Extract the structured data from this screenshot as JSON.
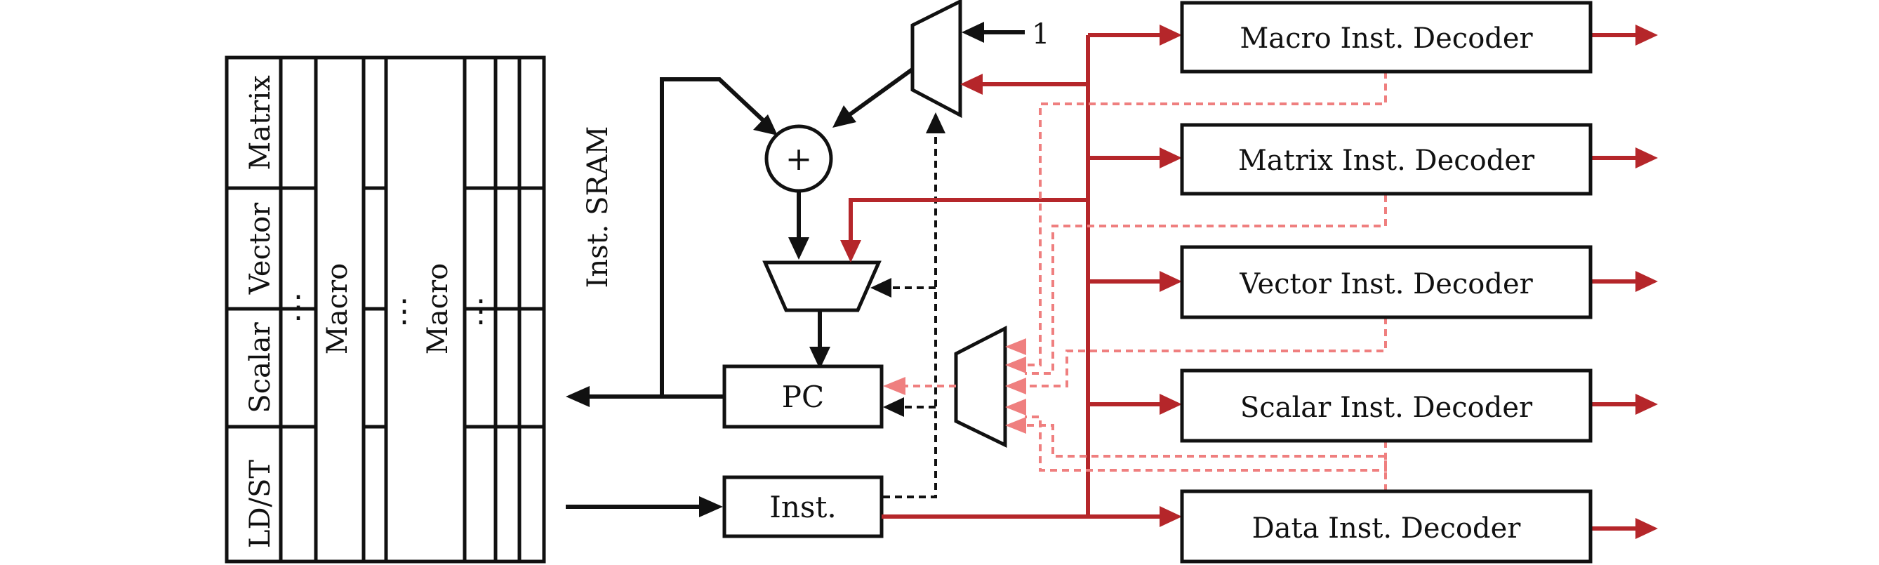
{
  "memory": {
    "columns": {
      "c1": [
        "LD/ST",
        "Scalar",
        "Vector",
        "Matrix"
      ],
      "c1_dots": "⋮",
      "c2": "Macro",
      "c3_dots": "⋮",
      "c4": "Macro",
      "c5_dots": "⋮"
    }
  },
  "sram_label": "Inst. SRAM",
  "blocks": {
    "pc": "PC",
    "inst": "Inst.",
    "adder": "+",
    "const_one": "1"
  },
  "decoders": [
    "Macro Inst. Decoder",
    "Matrix Inst. Decoder",
    "Vector Inst. Decoder",
    "Scalar Inst. Decoder",
    "Data Inst. Decoder"
  ],
  "colors": {
    "datapath": "#b5262a",
    "control_dashed": "#ef7f7f",
    "primary": "#111111"
  }
}
